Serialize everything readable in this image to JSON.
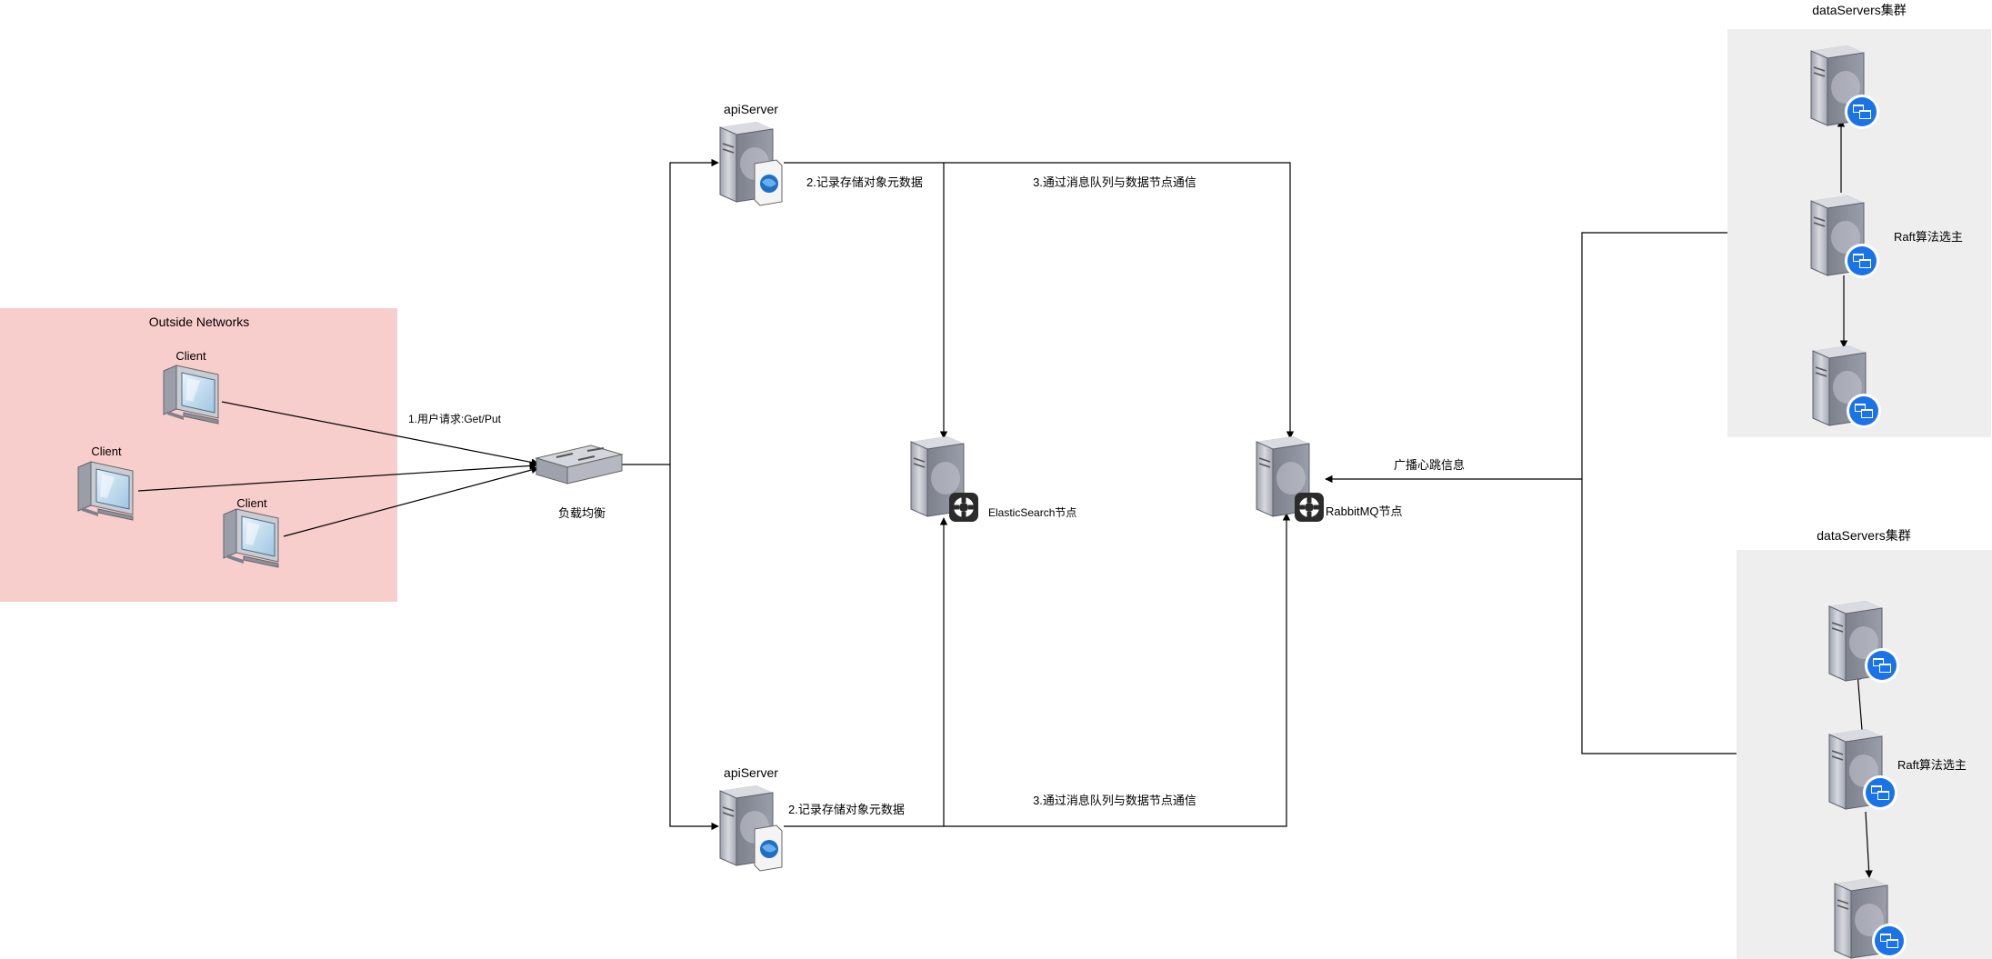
{
  "outside_networks": {
    "title": "Outside Networks",
    "fill": "#f8cecc",
    "clients": [
      "Client",
      "Client",
      "Client"
    ]
  },
  "load_balancer": {
    "label": "负载均衡"
  },
  "user_request_label": "1.用户请求:Get/Put",
  "api_servers": [
    {
      "label": "apiServer",
      "record_label": "2.记录存储对象元数据",
      "mq_label": "3.通过消息队列与数据节点通信"
    },
    {
      "label": "apiServer",
      "record_label": "2.记录存储对象元数据",
      "mq_label": "3.通过消息队列与数据节点通信"
    }
  ],
  "elasticsearch": {
    "label": "ElasticSearch节点"
  },
  "rabbitmq": {
    "label": "RabbitMQ节点"
  },
  "heartbeat_label": "广播心跳信息",
  "clusters": [
    {
      "title": "dataServers集群",
      "raft_label": "Raft算法选主"
    },
    {
      "title": "dataServers集群",
      "raft_label": "Raft算法选主"
    }
  ],
  "colors": {
    "cluster_fill": "#eeeeee",
    "line": "#000000",
    "server_body": "#b9bcc6",
    "badge_blue": "#1a73e8"
  }
}
